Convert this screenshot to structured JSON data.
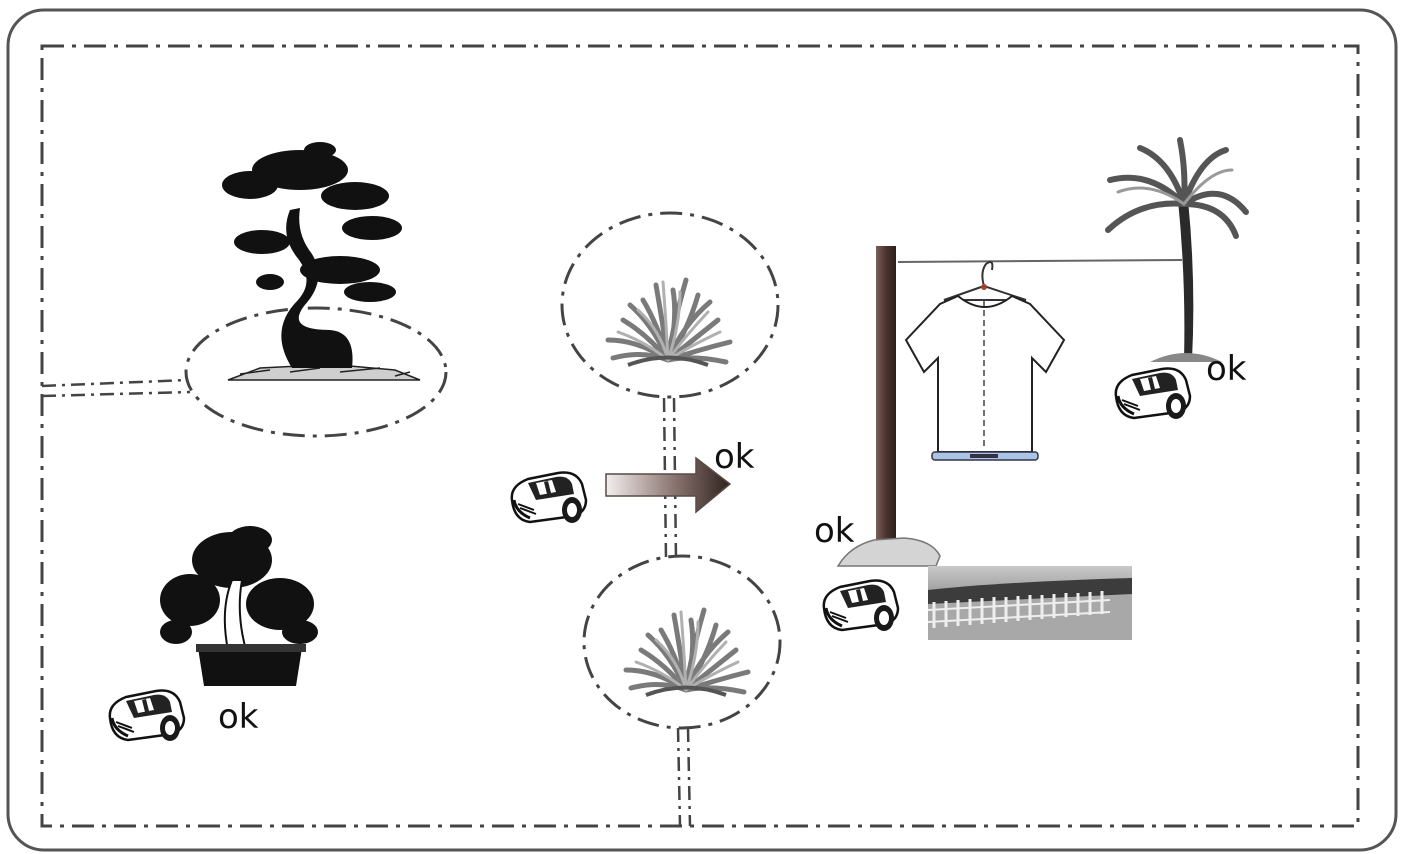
{
  "labels": {
    "ok_small_bonsai": "ok",
    "ok_path": "ok",
    "ok_clothes_pole": "ok",
    "ok_palm_tree": "ok"
  },
  "colors": {
    "frame": "#555555",
    "boundary": "#444444",
    "foliage": "#111111",
    "grass": "#8a8a8a",
    "pole": "#4a3530",
    "arrow_start": "#f2eeec",
    "arrow_end": "#3a2a26",
    "mower_body": "#ffffff",
    "mower_stroke": "#111111",
    "fence_photo": "#9a9a9a"
  },
  "icons": {
    "mower": "robotic-lawn-mower-icon",
    "arrow": "right-arrow-icon",
    "large_bonsai": "bonsai-tree-icon",
    "small_bonsai": "potted-bonsai-icon",
    "grass": "grass-clump-icon",
    "palm": "palm-tree-icon",
    "shirt": "t-shirt-icon",
    "fence": "garden-fence-photo"
  }
}
